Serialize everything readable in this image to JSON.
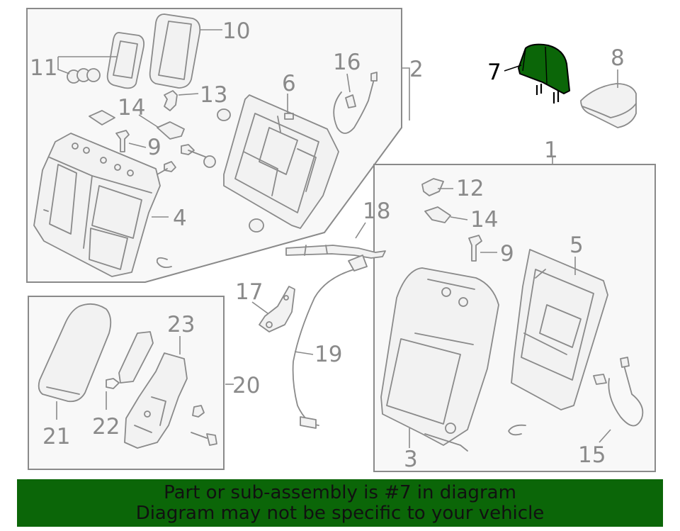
{
  "colors": {
    "highlight_fill": "#0b6608",
    "banner_background": "#0b6608",
    "line_gray": "#8a8a8a"
  },
  "callouts": {
    "n1": "1",
    "n2": "2",
    "n3": "3",
    "n4": "4",
    "n5": "5",
    "n6": "6",
    "n7": "7",
    "n8": "8",
    "n9a": "9",
    "n9b": "9",
    "n10": "10",
    "n11": "11",
    "n12": "12",
    "n13": "13",
    "n14a": "14",
    "n14b": "14",
    "n15": "15",
    "n16": "16",
    "n17": "17",
    "n18": "18",
    "n19": "19",
    "n20": "20",
    "n21": "21",
    "n22": "22",
    "n23": "23"
  },
  "highlighted_part": "7",
  "banner": {
    "line1": "Part or sub-assembly is #7 in diagram",
    "line2": "Diagram may not be specific to your vehicle"
  }
}
